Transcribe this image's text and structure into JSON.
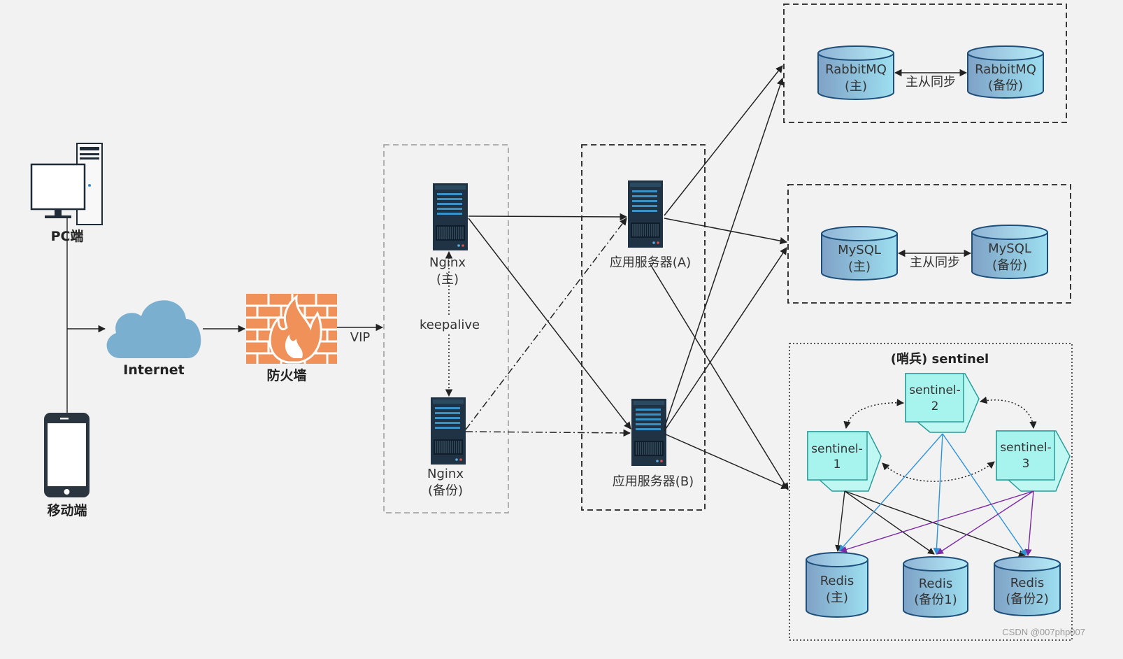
{
  "clients": {
    "pc": "PC端",
    "mobile": "移动端"
  },
  "internet": "Internet",
  "firewall": "防火墙",
  "vip": "VIP",
  "nginx": {
    "main_name": "Nginx",
    "main_role": "(主)",
    "backup_name": "Nginx",
    "backup_role": "(备份)",
    "link": "keepalive"
  },
  "app_servers": {
    "a": "应用服务器(A)",
    "b": "应用服务器(B)"
  },
  "rabbitmq": {
    "main_name": "RabbitMQ",
    "main_role": "(主)",
    "backup_name": "RabbitMQ",
    "backup_role": "(备份)",
    "sync": "主从同步"
  },
  "mysql": {
    "main_name": "MySQL",
    "main_role": "(主)",
    "backup_name": "MySQL",
    "backup_role": "(备份)",
    "sync": "主从同步"
  },
  "sentinel_group": {
    "title": "(哨兵) sentinel",
    "nodes": [
      {
        "line1": "sentinel-",
        "line2": "1"
      },
      {
        "line1": "sentinel-",
        "line2": "2"
      },
      {
        "line1": "sentinel-",
        "line2": "3"
      }
    ]
  },
  "redis": [
    {
      "name": "Redis",
      "role": "(主)"
    },
    {
      "name": "Redis",
      "role": "(备份1)"
    },
    {
      "name": "Redis",
      "role": "(备份2)"
    }
  ],
  "watermark": "CSDN @007php007",
  "colors": {
    "firewall": "#f0915a",
    "cloud": "#7aafcf",
    "server": "#1f3344",
    "cylinder": "#8fc2dc",
    "sentinel": "#a7f3ee",
    "purple": "#7b2aa3",
    "blue": "#2f93d8"
  }
}
